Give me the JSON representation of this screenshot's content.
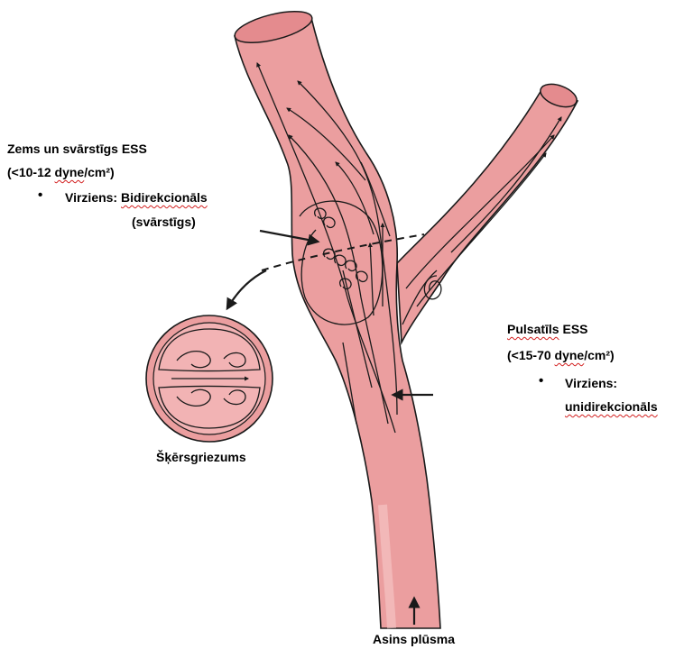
{
  "left_annotation": {
    "title": "Zems un svārstīgs ESS",
    "range_prefix": "(<10-12 ",
    "range_unit": "dyne",
    "range_suffix": "/cm²)",
    "bullet_label": "Virziens:",
    "direction": "Bidirekcionāls",
    "direction_note": "(svārstīgs)"
  },
  "right_annotation": {
    "title_word": "Pulsatīls",
    "title_rest": " ESS",
    "range_prefix": "(<15-70 ",
    "range_unit": "dyne",
    "range_suffix": "/cm²)",
    "bullet_label": "Virziens:",
    "direction": "unidirekcionāls"
  },
  "cross_section_label": "Šķērsgriezums",
  "flow_label": "Asins plūsma",
  "colors": {
    "vessel_fill": "#eb9e9f",
    "vessel_light": "#f6c3c3",
    "vessel_dark": "#e2868a",
    "outline": "#1a1a1a",
    "spellcheck": "#d21f1f"
  }
}
